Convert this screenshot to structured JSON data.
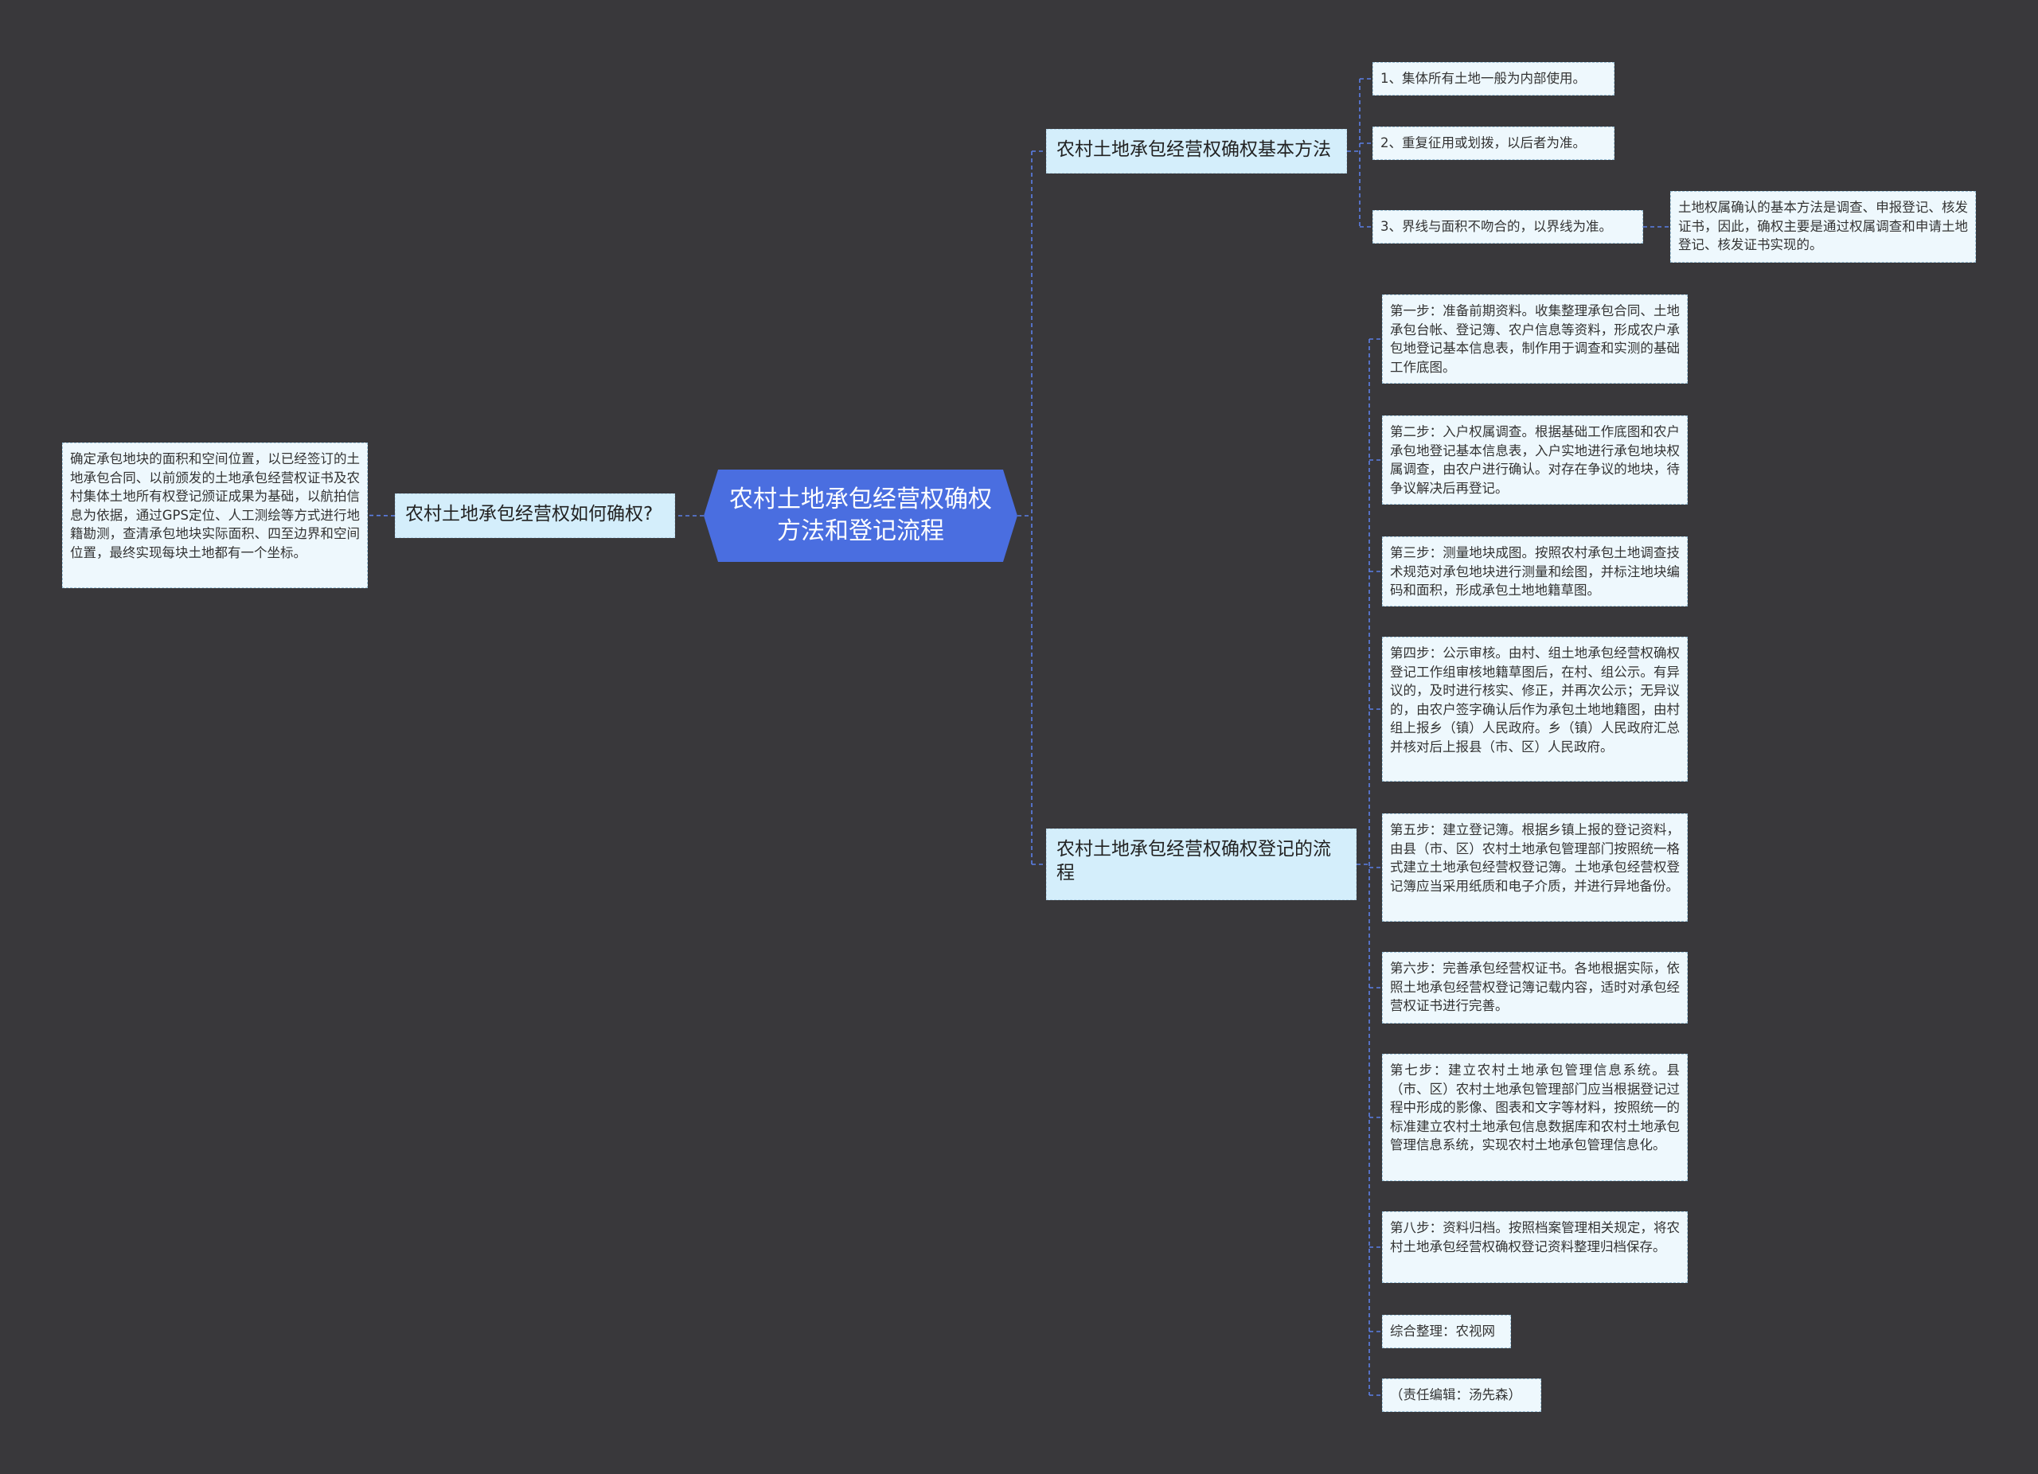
{
  "root": {
    "title": "农村土地承包经营权确权方法和登记流程"
  },
  "left_branch": {
    "label": "农村土地承包经营权如何确权?",
    "detail": "确定承包地块的面积和空间位置，以已经签订的土地承包合同、以前颁发的土地承包经营权证书及农村集体土地所有权登记颁证成果为基础，以航拍信息为依据，通过GPS定位、人工测绘等方式进行地籍勘测，查清承包地块实际面积、四至边界和空间位置，最终实现每块土地都有一个坐标。"
  },
  "methods_branch": {
    "label": "农村土地承包经营权确权基本方法",
    "items": [
      "1、集体所有土地一般为内部使用。",
      "2、重复征用或划拨，以后者为准。",
      "3、界线与面积不吻合的，以界线为准。"
    ],
    "note": "土地权属确认的基本方法是调查、申报登记、核发证书，因此，确权主要是通过权属调查和申请土地登记、核发证书实现的。"
  },
  "process_branch": {
    "label": "农村土地承包经营权确权登记的流程",
    "steps": [
      "第一步：准备前期资料。收集整理承包合同、土地承包台帐、登记簿、农户信息等资料，形成农户承包地登记基本信息表，制作用于调查和实测的基础工作底图。",
      "第二步：入户权属调查。根据基础工作底图和农户承包地登记基本信息表，入户实地进行承包地块权属调查，由农户进行确认。对存在争议的地块，待争议解决后再登记。",
      "第三步：测量地块成图。按照农村承包土地调查技术规范对承包地块进行测量和绘图，并标注地块编码和面积，形成承包土地地籍草图。",
      "第四步：公示审核。由村、组土地承包经营权确权登记工作组审核地籍草图后，在村、组公示。有异议的，及时进行核实、修正，并再次公示；无异议的，由农户签字确认后作为承包土地地籍图，由村组上报乡（镇）人民政府。乡（镇）人民政府汇总并核对后上报县（市、区）人民政府。",
      "第五步：建立登记簿。根据乡镇上报的登记资料，由县（市、区）农村土地承包管理部门按照统一格式建立土地承包经营权登记簿。土地承包经营权登记簿应当采用纸质和电子介质，并进行异地备份。",
      "第六步：完善承包经营权证书。各地根据实际，依照土地承包经营权登记簿记载内容，适时对承包经营权证书进行完善。",
      "第七步：建立农村土地承包管理信息系统。县（市、区）农村土地承包管理部门应当根据登记过程中形成的影像、图表和文字等材料，按照统一的标准建立农村土地承包信息数据库和农村土地承包管理信息系统，实现农村土地承包管理信息化。",
      "第八步：资料归档。按照档案管理相关规定，将农村土地承包经营权确权登记资料整理归档保存。",
      "综合整理：农视网",
      "（责任编辑：汤先森）"
    ]
  },
  "colors": {
    "background": "#39383b",
    "root": "#4a6ee0",
    "branch": "#d4eefb",
    "leaf": "#eef8fd",
    "connector": "#5b7fe6"
  }
}
